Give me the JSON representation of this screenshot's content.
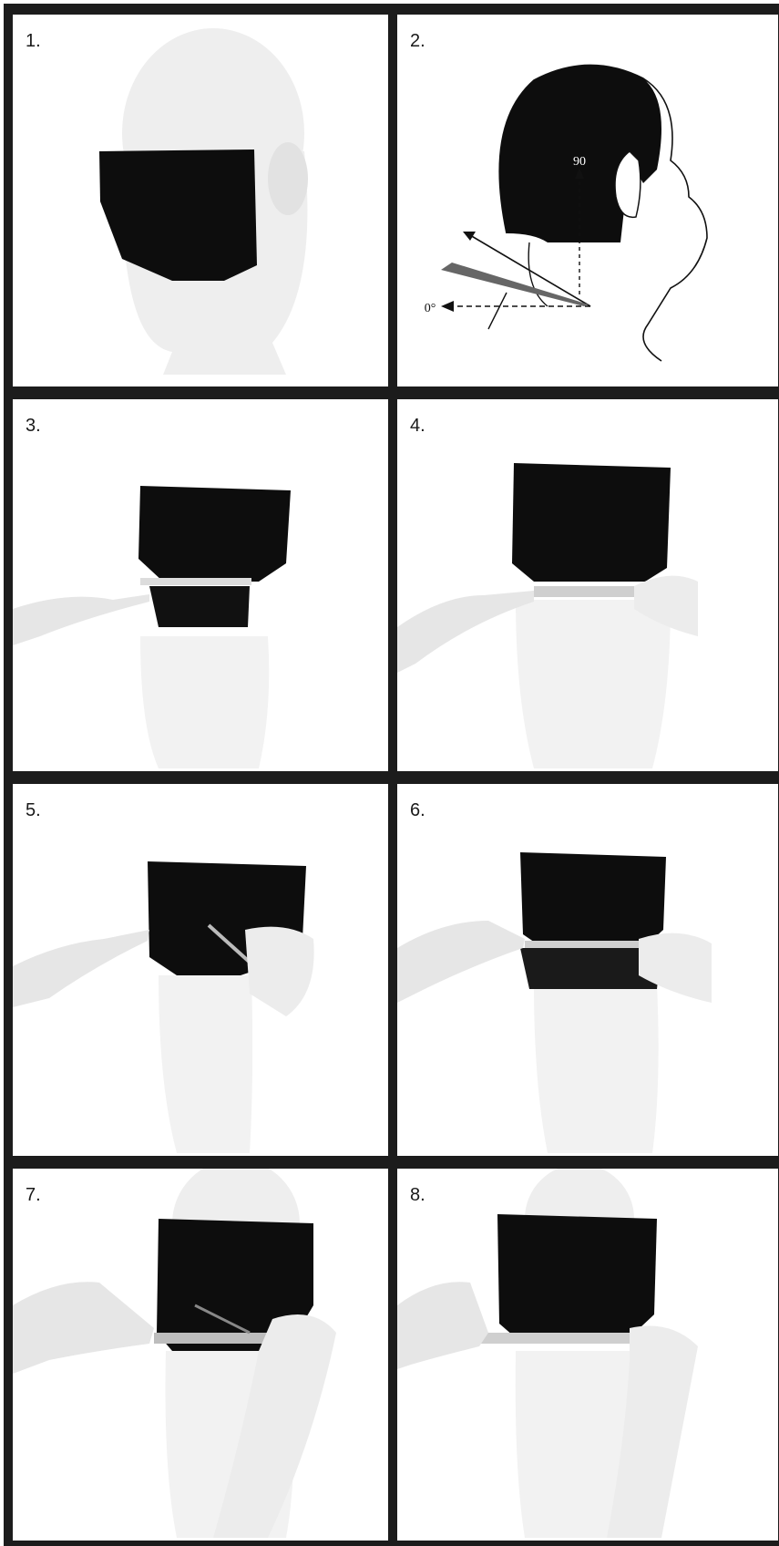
{
  "panels": [
    {
      "label": "1."
    },
    {
      "label": "2."
    },
    {
      "label": "3."
    },
    {
      "label": "4."
    },
    {
      "label": "5."
    },
    {
      "label": "6."
    },
    {
      "label": "7."
    },
    {
      "label": "8."
    }
  ],
  "diagram": {
    "angle_top": "90",
    "angle_bottom": "0°"
  },
  "colors": {
    "hair": "#0d0d0d",
    "frame": "#1c1c1c",
    "skin": "#efefef",
    "paper": "#ffffff"
  }
}
